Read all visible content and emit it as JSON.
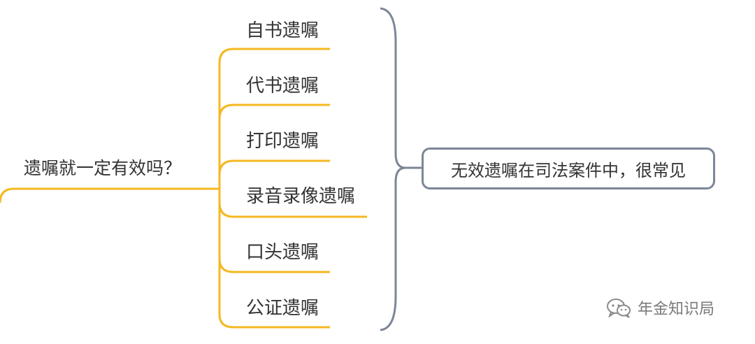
{
  "colors": {
    "branch_line": "#f5b821",
    "bracket_line": "#7c8696",
    "text": "#333333",
    "watermark": "#7a7a7a"
  },
  "root": {
    "label": "遗嘱就一定有效吗？"
  },
  "branches": [
    {
      "label": "自书遗嘱"
    },
    {
      "label": "代书遗嘱"
    },
    {
      "label": "打印遗嘱"
    },
    {
      "label": "录音录像遗嘱"
    },
    {
      "label": "口头遗嘱"
    },
    {
      "label": "公证遗嘱"
    }
  ],
  "summary": {
    "label": "无效遗嘱在司法案件中，很常见"
  },
  "watermark": {
    "icon": "wechat-icon",
    "label": "年金知识局"
  }
}
